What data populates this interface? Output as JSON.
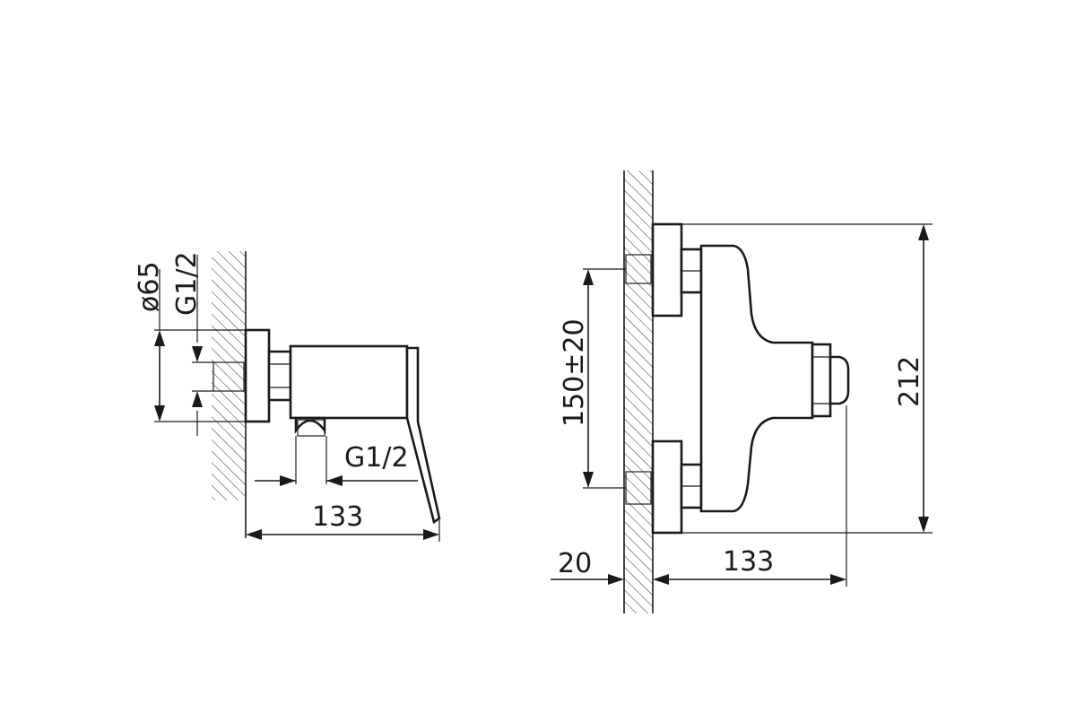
{
  "side_view": {
    "diameter_label": "ø65",
    "thread_label_top": "G1/2",
    "thread_label_outlet": "G1/2",
    "depth_label": "133"
  },
  "front_view": {
    "spacing_label": "150±20",
    "height_label": "212",
    "wall_offset_label": "20",
    "depth_label": "133"
  }
}
